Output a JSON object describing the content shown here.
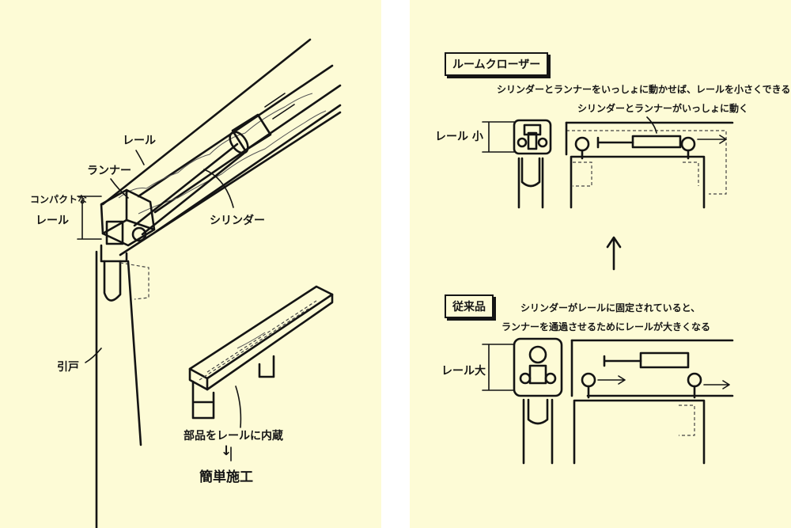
{
  "left": {
    "rail_label": "レール",
    "runner_label": "ランナー",
    "compact_rail_line1": "コンパクトな",
    "compact_rail_line2": "レール",
    "cylinder_label": "シリンダー",
    "sliding_door_label": "引戸",
    "parts_in_rail_label": "部品をレールに内蔵",
    "easy_install_label": "簡単施工",
    "arrow_glyph": "↓"
  },
  "right": {
    "new_title": "ルームクローザー",
    "new_description": "シリンダーとランナーをいっしょに動かせば、レールを小さくできる",
    "new_note": "シリンダーとランナーがいっしょに動く",
    "small_rail_label": "レール 小",
    "old_title": "従来品",
    "old_description_line1": "シリンダーがレールに固定されていると、",
    "old_description_line2": "ランナーを通過させるためにレールが大きくなる",
    "large_rail_label": "レール大"
  },
  "colors": {
    "paper": "#fdfbd6",
    "ink": "#141414",
    "gap": "#ffffff"
  }
}
